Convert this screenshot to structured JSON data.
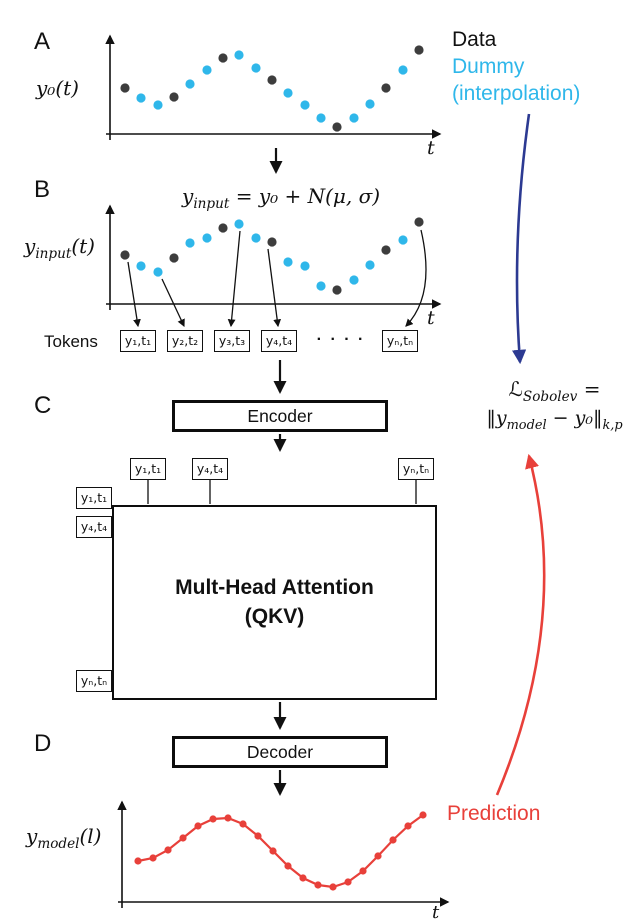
{
  "colors": {
    "data_dot": "#3d3d3d",
    "dummy_dot": "#2fb7ea",
    "prediction": "#e8403a",
    "loss_arrow_blue": "#2c3a92",
    "ink": "#111111"
  },
  "panels": {
    "a": {
      "label": "A",
      "ylabel": "y₀(t)",
      "xlabel": "t"
    },
    "b": {
      "label": "B",
      "ylabel_base": "y",
      "ylabel_sub": "input",
      "ylabel_rest": "(t)",
      "equation_base": "y",
      "equation_sub": "input",
      "equation_rest": " = y₀ + N(μ, σ)",
      "xlabel": "t",
      "tokens_label": "Tokens",
      "tokens": [
        "y₁,t₁",
        "y₂,t₂",
        "y₃,t₃",
        "y₄,t₄",
        "yₙ,tₙ"
      ],
      "tokens_ellipsis": "· · · ·"
    },
    "c": {
      "label": "C",
      "encoder": "Encoder",
      "attention_line1": "Mult-Head Attention",
      "attention_line2": "(QKV)",
      "top_tokens": [
        "y₁,t₁",
        "y₄,t₄",
        "yₙ,tₙ"
      ],
      "left_tokens": [
        "y₁,t₁",
        "y₄,t₄",
        "yₙ,tₙ"
      ]
    },
    "d": {
      "label": "D",
      "decoder": "Decoder",
      "ylabel_base": "y",
      "ylabel_sub": "model",
      "ylabel_rest": "(l)",
      "xlabel": "t"
    }
  },
  "legend": {
    "data": "Data",
    "dummy_line1": "Dummy",
    "dummy_line2": "(interpolation)",
    "prediction": "Prediction"
  },
  "loss": {
    "l1_base": "ℒ",
    "l1_sub": "Sobolev",
    "l1_eq": " =",
    "l2_pre": "‖y",
    "l2_sub1": "model",
    "l2_mid": " − y₀‖",
    "l2_sub2": "k,p"
  },
  "plots": {
    "a": {
      "points": [
        [
          125,
          88,
          "data"
        ],
        [
          141,
          98,
          "dummy"
        ],
        [
          158,
          105,
          "dummy"
        ],
        [
          174,
          97,
          "data"
        ],
        [
          190,
          84,
          "dummy"
        ],
        [
          207,
          70,
          "dummy"
        ],
        [
          223,
          58,
          "data"
        ],
        [
          239,
          55,
          "dummy"
        ],
        [
          256,
          68,
          "dummy"
        ],
        [
          272,
          80,
          "data"
        ],
        [
          288,
          93,
          "dummy"
        ],
        [
          305,
          105,
          "dummy"
        ],
        [
          321,
          118,
          "dummy"
        ],
        [
          337,
          127,
          "data"
        ],
        [
          354,
          118,
          "dummy"
        ],
        [
          370,
          104,
          "dummy"
        ],
        [
          386,
          88,
          "data"
        ],
        [
          403,
          70,
          "dummy"
        ],
        [
          419,
          50,
          "data"
        ]
      ]
    },
    "b": {
      "points": [
        [
          125,
          255,
          "data"
        ],
        [
          141,
          266,
          "dummy"
        ],
        [
          158,
          272,
          "dummy"
        ],
        [
          174,
          258,
          "data"
        ],
        [
          190,
          243,
          "dummy"
        ],
        [
          207,
          238,
          "dummy"
        ],
        [
          223,
          228,
          "data"
        ],
        [
          239,
          224,
          "dummy"
        ],
        [
          256,
          238,
          "dummy"
        ],
        [
          272,
          242,
          "data"
        ],
        [
          288,
          262,
          "dummy"
        ],
        [
          305,
          266,
          "dummy"
        ],
        [
          321,
          286,
          "dummy"
        ],
        [
          337,
          290,
          "data"
        ],
        [
          354,
          280,
          "dummy"
        ],
        [
          370,
          265,
          "dummy"
        ],
        [
          386,
          250,
          "data"
        ],
        [
          403,
          240,
          "dummy"
        ],
        [
          419,
          222,
          "data"
        ]
      ]
    },
    "d": {
      "points": [
        [
          138,
          861
        ],
        [
          153,
          858
        ],
        [
          168,
          850
        ],
        [
          183,
          838
        ],
        [
          198,
          826
        ],
        [
          213,
          819
        ],
        [
          228,
          818
        ],
        [
          243,
          824
        ],
        [
          258,
          836
        ],
        [
          273,
          851
        ],
        [
          288,
          866
        ],
        [
          303,
          878
        ],
        [
          318,
          885
        ],
        [
          333,
          887
        ],
        [
          348,
          882
        ],
        [
          363,
          871
        ],
        [
          378,
          856
        ],
        [
          393,
          840
        ],
        [
          408,
          826
        ],
        [
          423,
          815
        ]
      ]
    }
  }
}
